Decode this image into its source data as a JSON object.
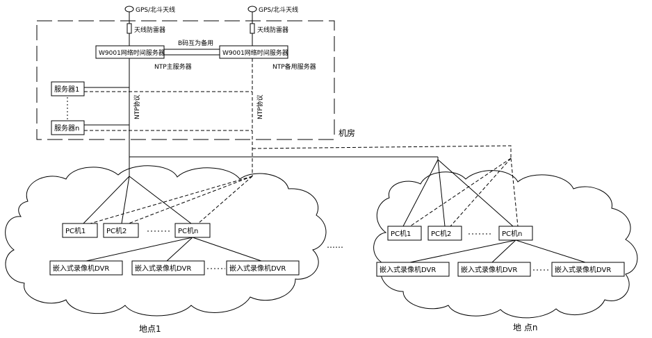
{
  "antenna": {
    "label": "GPS/北斗天线"
  },
  "lightning": {
    "label": "天线防雷器"
  },
  "server_primary": {
    "label": "W9001网络时间服务器",
    "role": "NTP主服务器"
  },
  "server_backup": {
    "label": "W9001网络时间服务器",
    "role": "NTP备用服务器"
  },
  "b_code": {
    "label": "B码互为备用"
  },
  "servers": {
    "first": "服务器1",
    "last": "服务器n"
  },
  "protocol": {
    "label": "NTP协议"
  },
  "room": {
    "label": "机房"
  },
  "site1": {
    "name": "地点1",
    "pcs": [
      "PC机1",
      "PC机2",
      "PC机n"
    ],
    "dvrs": [
      "嵌入式录像机DVR",
      "嵌入式录像机DVR",
      "嵌入式录像机DVR"
    ]
  },
  "siten": {
    "name": "地 点n",
    "pcs": [
      "PC机1",
      "PC机2",
      "PC机n"
    ],
    "dvrs": [
      "嵌入式录像机DVR",
      "嵌入式录像机DVR",
      "嵌入式录像机DVR"
    ]
  },
  "ellipsis": "……"
}
